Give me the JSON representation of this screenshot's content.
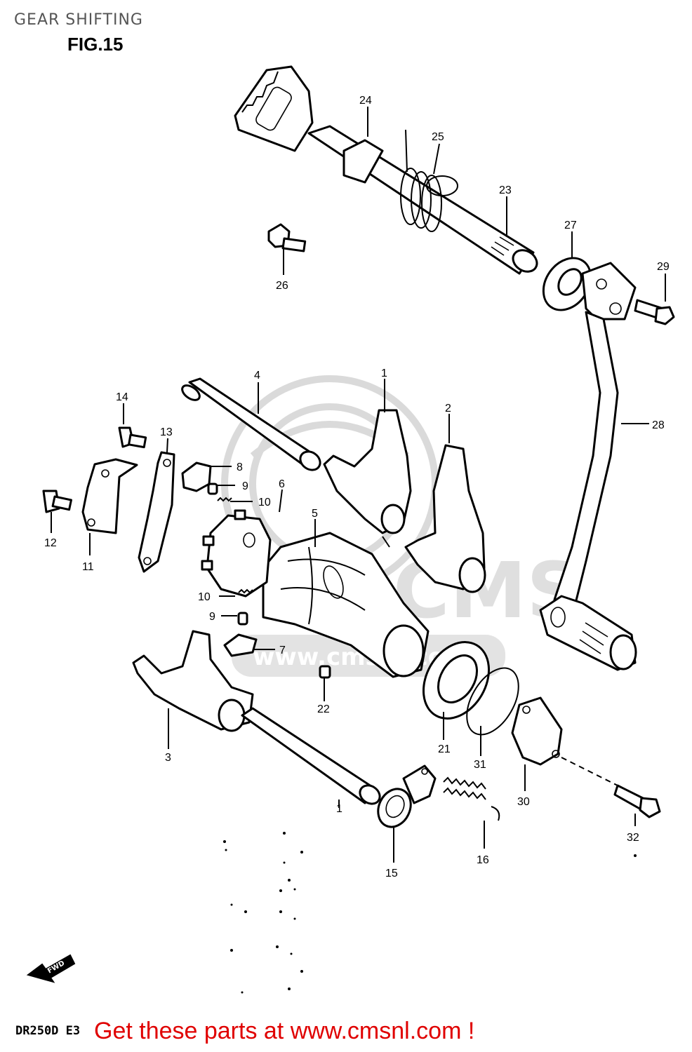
{
  "header": {
    "title": "GEAR SHIFTING",
    "figure": "FIG.15"
  },
  "footer": {
    "model": "DR250D E3",
    "promo": "Get these parts at www.cmsnl.com !"
  },
  "fwd_label": "FWD",
  "watermark": {
    "text": "www.cmsnl.com",
    "letters": "CMS"
  },
  "callouts": {
    "p1a": "1",
    "p1b": "1",
    "p2": "2",
    "p3": "3",
    "p4": "4",
    "p5": "5",
    "p6": "6",
    "p7": "7",
    "p8": "8",
    "p9a": "9",
    "p9b": "9",
    "p10a": "10",
    "p10b": "10",
    "p11": "11",
    "p12": "12",
    "p13": "13",
    "p14": "14",
    "p15": "15",
    "p16": "16",
    "p21": "21",
    "p22": "22",
    "p23": "23",
    "p24": "24",
    "p25": "25",
    "p26": "26",
    "p27": "27",
    "p28": "28",
    "p29": "29",
    "p30": "30",
    "p31": "31",
    "p32": "32"
  }
}
